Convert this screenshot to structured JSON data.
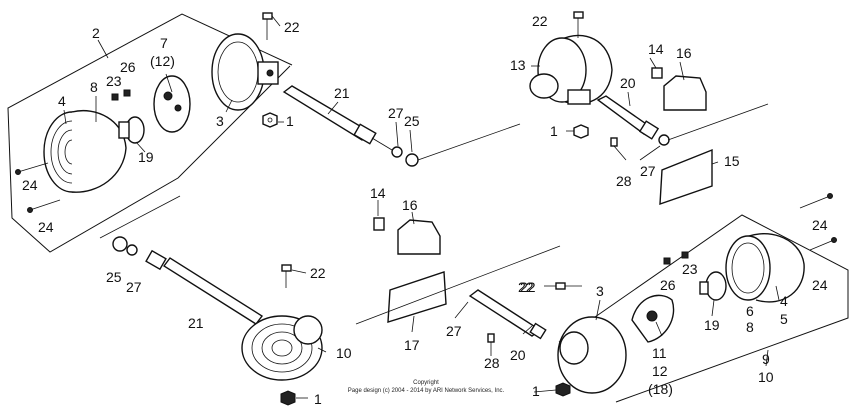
{
  "copyright": {
    "line1": "Copyright",
    "line2": "Page design (c) 2004 - 2014 by ARI Network Services, Inc."
  },
  "callouts": {
    "tl_2": "2",
    "tl_7": "7",
    "tl_12": "(12)",
    "tl_26": "26",
    "tl_23": "23",
    "tl_8": "8",
    "tl_4": "4",
    "tl_3": "3",
    "tl_19": "19",
    "tl_24a": "24",
    "tl_24b": "24",
    "tl_22": "22",
    "tl_21": "21",
    "tl_1": "1",
    "tl_27": "27",
    "tl_25": "25",
    "tr_22": "22",
    "tr_13": "13",
    "tr_14": "14",
    "tr_16": "16",
    "tr_20": "20",
    "tr_1": "1",
    "tr_28": "28",
    "tr_27": "27",
    "tr_15": "15",
    "c_14": "14",
    "c_16": "16",
    "c_17": "17",
    "c_27": "27",
    "c_28": "28",
    "c_20": "20",
    "c_22": "22",
    "bl_25": "25",
    "bl_27": "27",
    "bl_21": "21",
    "bl_22": "22",
    "bl_10": "10",
    "bl_1": "1",
    "br_24a": "24",
    "br_24b": "24",
    "br_26": "26",
    "br_23": "23",
    "br_22": "22",
    "br_3": "3",
    "br_19": "19",
    "br_6": "6",
    "br_8": "8",
    "br_4": "4",
    "br_5": "5",
    "br_11": "11",
    "br_12": "12",
    "br_18": "(18)",
    "br_9": "9",
    "br_10": "10",
    "br_1": "1"
  }
}
